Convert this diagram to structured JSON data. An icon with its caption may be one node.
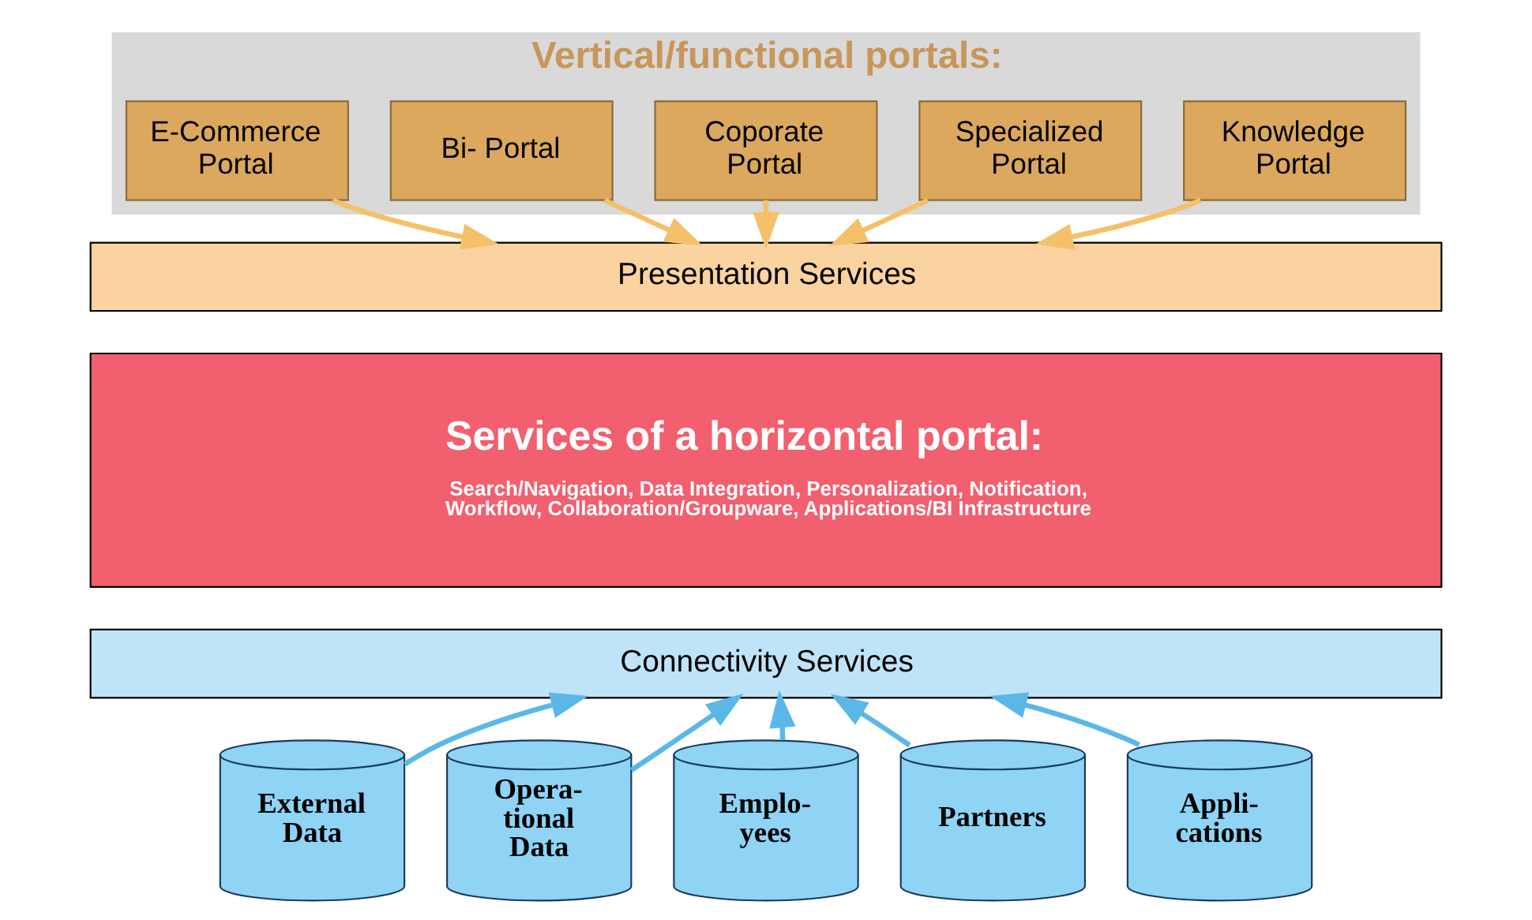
{
  "diagram": {
    "nodes": [
      {
        "text": [
          "Vertical/functional portals:"
        ]
      },
      {
        "text": [
          "E-Commerce Portal"
        ],
        "in": 0
      },
      {
        "text": [
          "Bi- Portal"
        ],
        "in": 0
      },
      {
        "text": [
          "Coporate Portal"
        ],
        "in": 0
      },
      {
        "text": [
          "Specialized Portal"
        ],
        "in": 0
      },
      {
        "text": [
          "Knowledge Portal"
        ],
        "in": 0
      },
      {
        "text": [
          "Presentation Services"
        ]
      },
      {
        "text": [
          "Services of a horizontal portal:",
          "Search/Navigation, Data Integration, Personalization, Notification, Workflow, Collaboration/Groupware, Applications/BI Infrastructure"
        ]
      },
      {
        "text": [
          "Connectivity Services"
        ]
      },
      {
        "text": [
          "External Data"
        ]
      },
      {
        "text": [
          "Opera- tional Data"
        ]
      },
      {
        "text": [
          "Emplo- yees"
        ]
      },
      {
        "text": [
          "Partners"
        ]
      },
      {
        "text": [
          "Appli- cations"
        ]
      }
    ],
    "edges": [
      {
        "from": 1,
        "to": 6,
        "arrow": "to",
        "color": "#f5c06a"
      },
      {
        "from": 2,
        "to": 6,
        "arrow": "to",
        "color": "#f5c06a"
      },
      {
        "from": 3,
        "to": 6,
        "arrow": "to",
        "color": "#f5c06a"
      },
      {
        "from": 4,
        "to": 6,
        "arrow": "to",
        "color": "#f5c06a"
      },
      {
        "from": 5,
        "to": 6,
        "arrow": "to",
        "color": "#f5c06a"
      },
      {
        "from": 9,
        "to": 8,
        "arrow": "to",
        "color": "#5ab8e8"
      },
      {
        "from": 10,
        "to": 8,
        "arrow": "to",
        "color": "#5ab8e8"
      },
      {
        "from": 11,
        "to": 8,
        "arrow": "to",
        "color": "#5ab8e8"
      },
      {
        "from": 12,
        "to": 8,
        "arrow": "to",
        "color": "#5ab8e8"
      },
      {
        "from": 13,
        "to": 8,
        "arrow": "to",
        "color": "#5ab8e8"
      }
    ]
  }
}
